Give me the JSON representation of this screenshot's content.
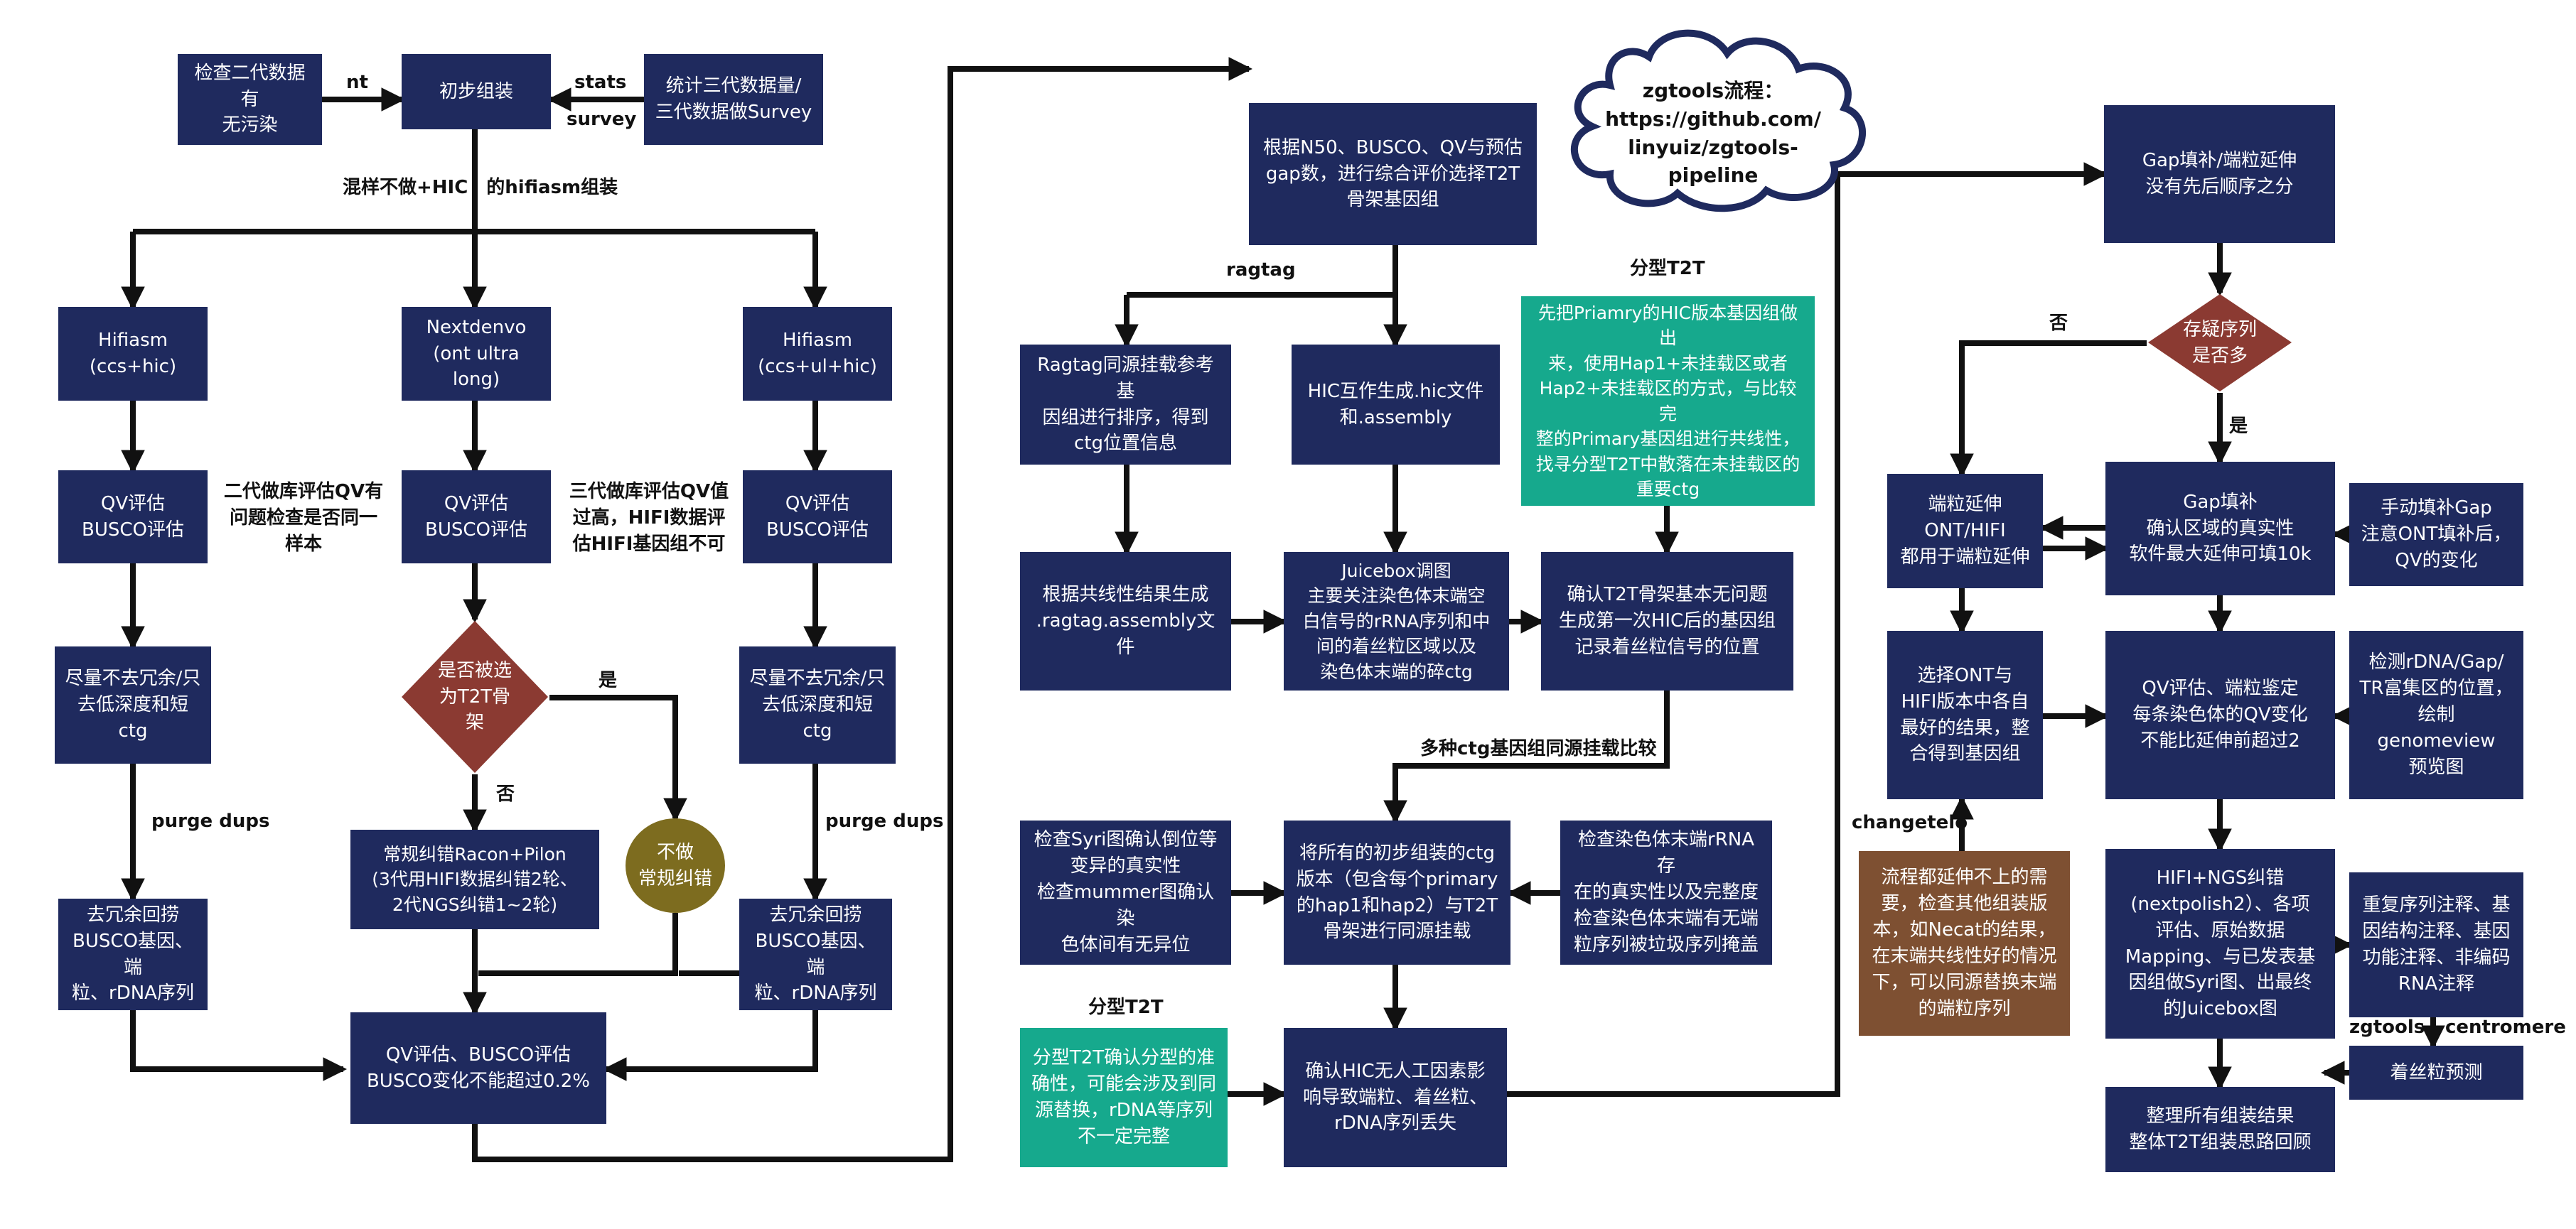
{
  "colors": {
    "box": "#1f2a5e",
    "teal": "#16a98d",
    "brown": "#7e5032",
    "diamond": "#8b3a32",
    "circle": "#7d6c1f",
    "line": "#111111"
  },
  "nodes": {
    "check_ngs": "检查二代数据有\n无污染",
    "initial_assembly": "初步组装",
    "stats_survey": "统计三代数据量/\n三代数据做Survey",
    "hifiasm_a": "Hifiasm\n(ccs+hic)",
    "nextdenovo": "Nextdenvo\n(ont ultra long)",
    "hifiasm_b": "Hifiasm\n(ccs+ul+hic)",
    "qv_a": "QV评估\nBUSCO评估",
    "qv_b": "QV评估\nBUSCO评估",
    "qv_c": "QV评估\nBUSCO评估",
    "dedup_a": "尽量不去冗余/只\n去低深度和短ctg",
    "dedup_c": "尽量不去冗余/只\n去低深度和短ctg",
    "diamond_t2t": "是否被选\n为T2T骨\n架",
    "racon_pilon": "常规纠错Racon+Pilon\n(3代用HIFI数据纠错2轮、\n2代NGS纠错1~2轮)",
    "no_polish": "不做\n常规纠错",
    "recover_a": "去冗余回捞\nBUSCO基因、端\n粒、rDNA序列",
    "recover_c": "去冗余回捞\nBUSCO基因、端\n粒、rDNA序列",
    "qv_busco_final": "QV评估、BUSCO评估\nBUSCO变化不能超过0.2%",
    "select_backbone": "根据N50、BUSCO、QV与预估\ngap数，进行综合评价选择T2T\n骨架基因组",
    "ragtag_box": "Ragtag同源挂载参考基\n因组进行排序，得到\nctg位置信息",
    "hic_box": "HIC互作生成.hic文件\n和.assembly",
    "phased_teal_1": "先把Priamry的HIC版本基因组做出\n来，使用Hap1+未挂载区或者\nHap2+未挂载区的方式，与比较完\n整的Primary基因组进行共线性，\n找寻分型T2T中散落在未挂载区的\n重要ctg",
    "ragtag_assembly": "根据共线性结果生成\n.ragtag.assembly文件",
    "juicebox": "Juicebox调图\n主要关注染色体末端空\n白信号的rRNA序列和中\n间的着丝粒区域以及\n染色体末端的碎ctg",
    "confirm_backbone": "确认T2T骨架基本无问题\n生成第一次HIC后的基因组\n记录着丝粒信号的位置",
    "syri_check": "检查Syri图确认倒位等\n变异的真实性\n检查mummer图确认染\n色体间有无异位",
    "homology_mount": "将所有的初步组装的ctg\n版本（包含每个primary\n的hap1和hap2）与T2T\n骨架进行同源挂载",
    "rrna_check": "检查染色体末端rRNA存\n在的真实性以及完整度\n检查染色体末端有无端\n粒序列被垃圾序列掩盖",
    "phased_teal_2": "分型T2T确认分型的准\n确性，可能会涉及到同\n源替换，rDNA等序列\n不一定完整",
    "confirm_hic": "确认HIC无人工因素影\n响导致端粒、着丝粒、\nrDNA序列丢失",
    "gap_fill_order": "Gap填补/端粒延伸\n没有先后顺序之分",
    "diamond_suspect": "存疑序列\n是否多",
    "telomere_ext": "端粒延伸\nONT/HIFI\n都用于端粒延伸",
    "gap_fill": "Gap填补\n确认区域的真实性\n软件最大延伸可填10k",
    "manual_gap": "手动填补Gap\n注意ONT填补后，\nQV的变化",
    "select_ont_hifi": "选择ONT与\nHIFI版本中各自\n最好的结果，整\n合得到基因组",
    "qv_telomere": "QV评估、端粒鉴定\n每条染色体的QV变化\n不能比延伸前超过2",
    "detect_rdna": "检测rDNA/Gap/\nTR富集区的位置，\n绘制genomeview\n预览图",
    "fallback_brown": "流程都延伸不上的需\n要，检查其他组装版\n本，如Necat的结果，\n在末端共线性好的情况\n下，可以同源替换末端\n的端粒序列",
    "final_polish": "HIFI+NGS纠错\n(nextpolish2）、各项\n评估、原始数据\nMapping、与已发表基\n因组做Syri图、出最终\n的Juicebox图",
    "annotation": "重复序列注释、基\n因结构注释、基因\n功能注释、非编码\nRNA注释",
    "centromere_pred": "着丝粒预测",
    "summary": "整理所有组装结果\n整体T2T组装思路回顾"
  },
  "labels": {
    "nt": "nt",
    "stats": "stats",
    "survey": "survey",
    "mix_hic": "混样不做+HIC　的hifiasm组装",
    "ngs_qv_note": "二代做库评估QV有\n问题检查是否同一\n样本",
    "third_qv_note": "三代做库评估QV值\n过高，HIFI数据评\n估HIFI基因组不可",
    "yes_t2t": "是",
    "no_t2t": "否",
    "purge_a": "purge dups",
    "purge_c": "purge dups",
    "ragtag": "ragtag",
    "phased_1": "分型T2T",
    "multi_ctg": "多种ctg基因组同源挂载比较",
    "phased_2": "分型T2T",
    "no_suspect": "否",
    "yes_suspect": "是",
    "changetelo": "changetelo",
    "zgtools": "zgtools",
    "centromere": "centromere"
  },
  "cloud": "zgtools流程：\nhttps://github.com/\nlinyuiz/zgtools-pipeline"
}
